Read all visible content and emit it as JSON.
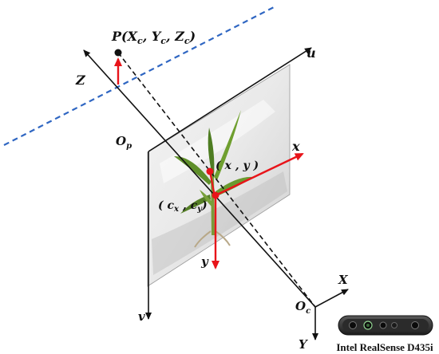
{
  "labels": {
    "point": "P(X",
    "point_sub_x": "c",
    "point_y": ", Y",
    "point_sub_y": "c",
    "point_z": ", Z",
    "point_sub_z": "c",
    "point_close": ")",
    "axis_u": "u",
    "axis_v": "v",
    "axis_Z": "Z",
    "axis_X": "X",
    "axis_Y": "Y",
    "axis_x": "x",
    "axis_y": "y",
    "origin_p": "O",
    "origin_p_sub": "p",
    "origin_c": "O",
    "origin_c_sub": "c",
    "img_point": "( x , y )",
    "principal_open": "( c",
    "principal_sub_x": "x",
    "principal_mid": " , c",
    "principal_sub_y": "y",
    "principal_close": ")"
  },
  "camera": {
    "name": "Intel RealSense D435i",
    "icon": "depth-camera-icon"
  },
  "colors": {
    "red": "#e8141a",
    "blue": "#2f66c2",
    "black": "#111111"
  }
}
